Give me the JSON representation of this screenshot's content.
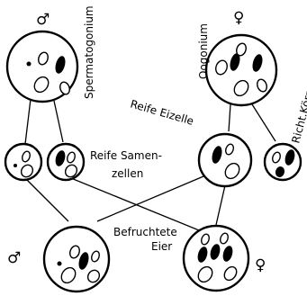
{
  "labels": {
    "male_symbol": "♂",
    "female_symbol": "♀",
    "spermatogonium": "Spermatogonium",
    "oogonium": "Oogonium",
    "reife_eizelle": "Reife Eizelle",
    "richt_koerper": "Richt.Körper",
    "reife_samen_line1": "Reife Samen-",
    "reife_samen_line2": "zellen",
    "befruchtete_line1": "Befruchtete",
    "befruchtete_line2": "Eier",
    "fertilized_male_symbol": "♂",
    "fertilized_female_symbol": "♀"
  },
  "colors": {
    "ink": "#000000",
    "paper": "#ffffff"
  }
}
